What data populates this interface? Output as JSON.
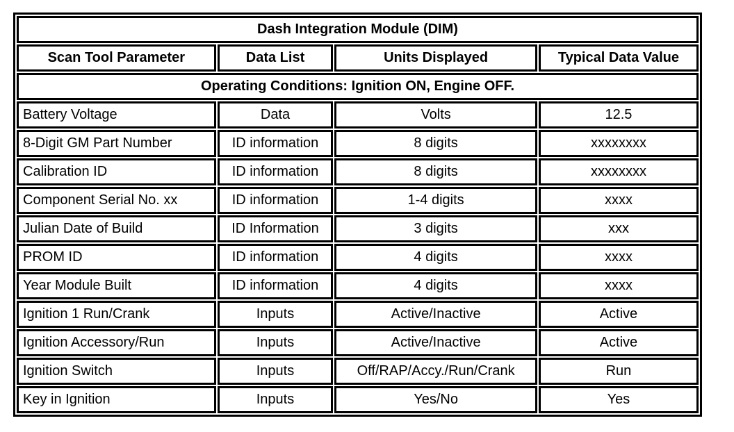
{
  "table": {
    "title": "Dash Integration Module (DIM)",
    "columns": [
      "Scan Tool Parameter",
      "Data List",
      "Units Displayed",
      "Typical Data Value"
    ],
    "operating_conditions": "Operating Conditions: Ignition ON, Engine OFF.",
    "rows": [
      {
        "parameter": "Battery Voltage",
        "data_list": "Data",
        "units": "Volts",
        "typical": "12.5"
      },
      {
        "parameter": "8-Digit GM Part Number",
        "data_list": "ID information",
        "units": "8 digits",
        "typical": "xxxxxxxx"
      },
      {
        "parameter": "Calibration ID",
        "data_list": "ID information",
        "units": "8 digits",
        "typical": "xxxxxxxx"
      },
      {
        "parameter": "Component Serial No. xx",
        "data_list": "ID information",
        "units": "1-4 digits",
        "typical": "xxxx"
      },
      {
        "parameter": "Julian Date of Build",
        "data_list": "ID Information",
        "units": "3 digits",
        "typical": "xxx"
      },
      {
        "parameter": "PROM ID",
        "data_list": "ID information",
        "units": "4 digits",
        "typical": "xxxx"
      },
      {
        "parameter": "Year Module Built",
        "data_list": "ID information",
        "units": "4 digits",
        "typical": "xxxx"
      },
      {
        "parameter": "Ignition 1 Run/Crank",
        "data_list": "Inputs",
        "units": "Active/Inactive",
        "typical": "Active"
      },
      {
        "parameter": "Ignition Accessory/Run",
        "data_list": "Inputs",
        "units": "Active/Inactive",
        "typical": "Active"
      },
      {
        "parameter": "Ignition Switch",
        "data_list": "Inputs",
        "units": "Off/RAP/Accy./Run/Crank",
        "typical": "Run"
      },
      {
        "parameter": "Key in Ignition",
        "data_list": "Inputs",
        "units": "Yes/No",
        "typical": "Yes"
      }
    ],
    "colors": {
      "border": "#000000",
      "background": "#ffffff",
      "text": "#000000"
    }
  }
}
